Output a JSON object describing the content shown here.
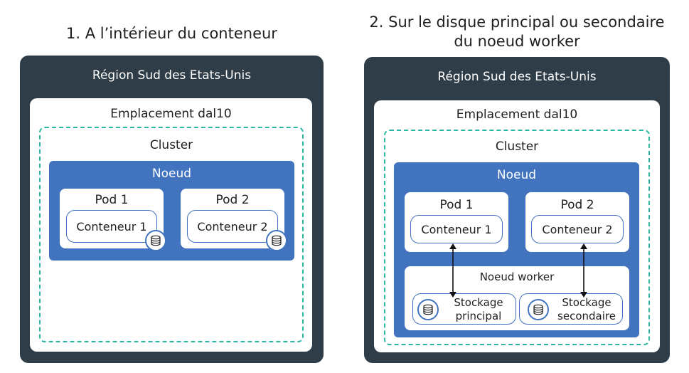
{
  "left": {
    "title": "1. A l’intérieur du conteneur",
    "region": "Région Sud des Etats-Unis",
    "location": "Emplacement dal10",
    "cluster": "Cluster",
    "node": "Noeud",
    "pods": [
      {
        "label": "Pod 1",
        "container": "Conteneur 1"
      },
      {
        "label": "Pod 2",
        "container": "Conteneur 2"
      }
    ]
  },
  "right": {
    "title_line1": "2. Sur le disque principal ou secondaire",
    "title_line2": "du noeud worker",
    "region": "Région Sud des Etats-Unis",
    "location": "Emplacement dal10",
    "cluster": "Cluster",
    "node": "Noeud",
    "pods": [
      {
        "label": "Pod 1",
        "container": "Conteneur 1"
      },
      {
        "label": "Pod 2",
        "container": "Conteneur 2"
      }
    ],
    "worker": "Noeud worker",
    "storage": [
      {
        "line1": "Stockage",
        "line2": "principal"
      },
      {
        "line1": "Stockage",
        "line2": "secondaire"
      }
    ]
  },
  "colors": {
    "region": "#2e3d47",
    "node": "#4173bf",
    "cluster_border": "#2bb6a0"
  },
  "icons": [
    "database-icon",
    "arrow-bidirectional-icon"
  ]
}
